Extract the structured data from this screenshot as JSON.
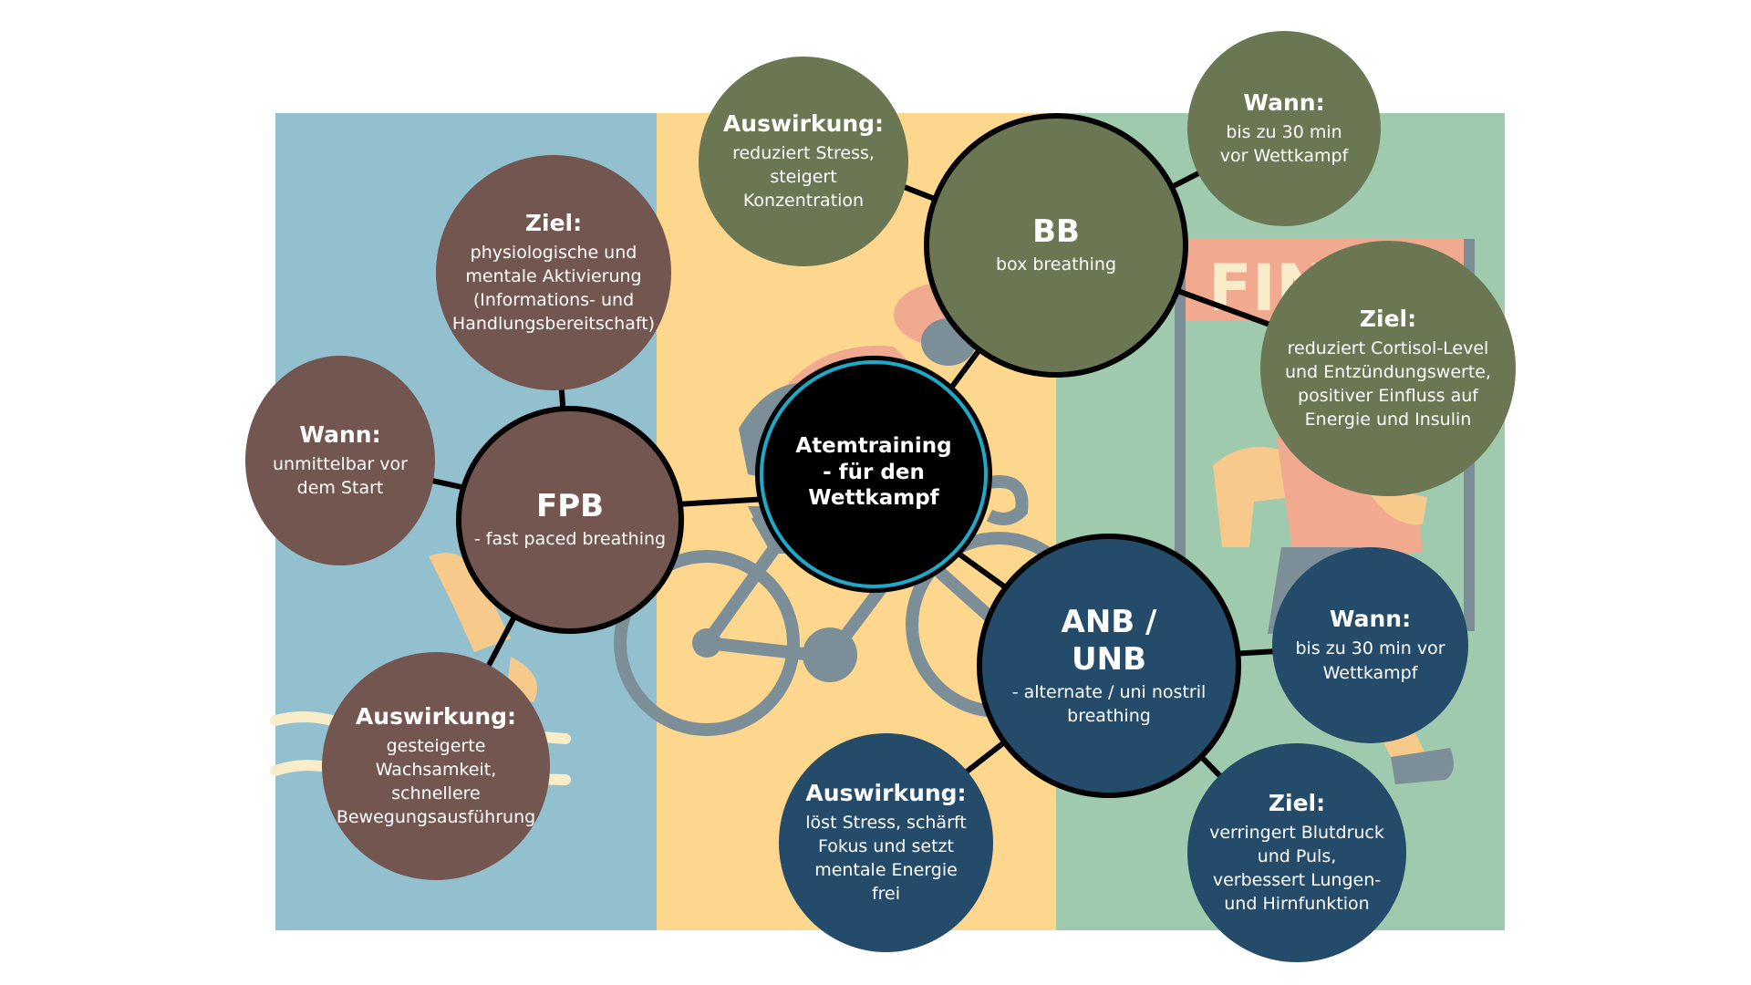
{
  "colors": {
    "bg_blue": "#93c0cf",
    "bg_yellow": "#fcd78d",
    "bg_green": "#9fcaae",
    "brown": "#735650",
    "olive": "#6a7752",
    "navy": "#244b6a",
    "center": "#000000",
    "center_ring": "#1fa9c9",
    "bike": "#7c8f98",
    "skin": "#f7c98a",
    "shirt": "#f1a98f"
  },
  "center": {
    "title": "Atemtraining - für den Wettkampf"
  },
  "fpb": {
    "title": "FPB",
    "subtitle": "- fast paced breathing",
    "ziel": {
      "heading": "Ziel:",
      "text": "physiologische und mentale Aktivierung (Informations- und Handlungsbereitschaft)"
    },
    "wann": {
      "heading": "Wann:",
      "text": "unmittelbar vor dem Start"
    },
    "auswirkung": {
      "heading": "Auswirkung:",
      "text": "gesteigerte Wachsamkeit, schnellere Bewegungsausführung"
    }
  },
  "bb": {
    "title": "BB",
    "subtitle": "box breathing",
    "auswirkung": {
      "heading": "Auswirkung:",
      "text": "reduziert Stress, steigert Konzentration"
    },
    "wann": {
      "heading": "Wann:",
      "text": "bis zu 30 min vor Wettkampf"
    },
    "ziel": {
      "heading": "Ziel:",
      "text": "reduziert Cortisol-Level und Entzündungswerte, positiver Einfluss auf Energie und Insulin"
    }
  },
  "anb": {
    "title": "ANB / UNB",
    "subtitle": "- alternate / uni nostril breathing",
    "wann": {
      "heading": "Wann:",
      "text": "bis zu 30 min vor Wettkampf"
    },
    "auswirkung": {
      "heading": "Auswirkung:",
      "text": "löst Stress, schärft Fokus und setzt mentale Energie frei"
    },
    "ziel": {
      "heading": "Ziel:",
      "text": "verringert Blutdruck und Puls, verbessert Lungen- und Hirnfunktion"
    }
  },
  "banner_text": "FIN"
}
